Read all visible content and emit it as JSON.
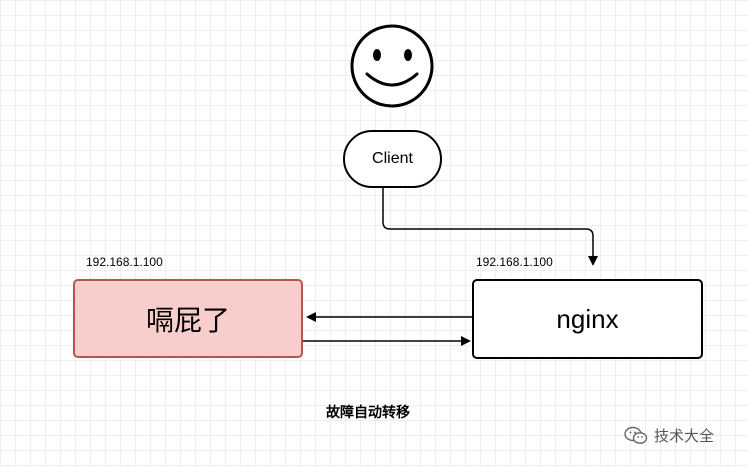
{
  "nodes": {
    "client": {
      "label": "Client"
    },
    "failed_server": {
      "label": "嗝屁了",
      "ip": "192.168.1.100"
    },
    "nginx": {
      "label": "nginx",
      "ip": "192.168.1.100"
    }
  },
  "caption": "故障自动转移",
  "watermark": {
    "text": "技术大全",
    "icon": "wechat-icon"
  },
  "user_icon": "smiley-face-icon",
  "colors": {
    "failed_fill": "#f8cecc",
    "failed_stroke": "#b85450",
    "stroke": "#000000",
    "grid": "#eeeeee"
  }
}
